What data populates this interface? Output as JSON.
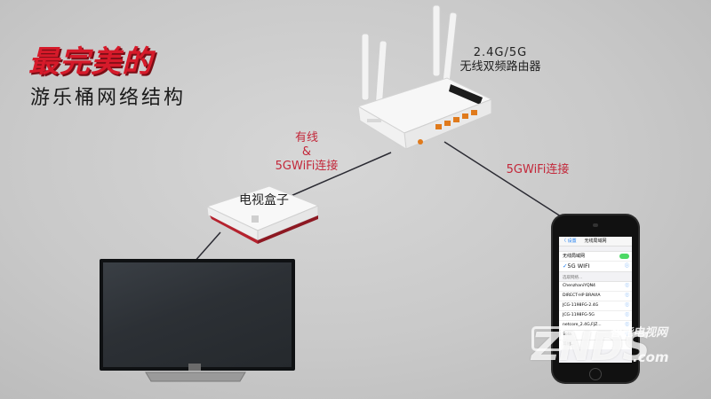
{
  "title": {
    "main": "最完美的",
    "sub": "游乐桶网络结构"
  },
  "router": {
    "label_line1": "2.4G/5G",
    "label_line2": "无线双频路由器"
  },
  "wired_connection": {
    "line1": "有线",
    "line2": "&",
    "line3": "5GWiFi连接"
  },
  "phone_connection": {
    "label": "5GWiFi连接"
  },
  "tv_box": {
    "label": "电视盒子"
  },
  "phone": {
    "nav_back": "〈 设置",
    "nav_title": "无线局域网",
    "wifi_toggle_label": "无线局域网",
    "connected_network": "5G WIFI",
    "section_header": "选取网络...",
    "networks": [
      "ChenzhaniYQN4",
      "DIRECT-HP BRAVIA",
      "JCG-1198FG-2.4G",
      "JCG-1198FG-5G",
      "netcore_2.4G,FJZ...",
      "Sola",
      "其他..."
    ]
  },
  "watermark": {
    "brand": "ZNDS",
    "domain": ".com",
    "tag": "智能电视网"
  },
  "colors": {
    "accent_red": "#d61a2a",
    "label_red": "#c3283a",
    "line": "#2b2b33"
  }
}
